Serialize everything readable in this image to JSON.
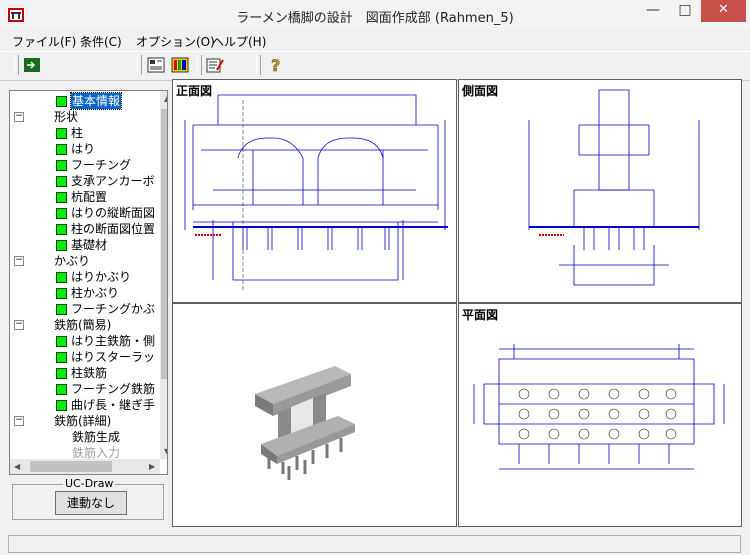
{
  "window": {
    "title": "ラーメン橋脚の設計　図面作成部 (Rahmen_5)"
  },
  "menu": [
    "ファイル(F)",
    "条件(C)",
    "オプション(O)",
    "ヘルプ(H)"
  ],
  "tree": [
    {
      "label": "基本情報",
      "level": 1,
      "icon": "green",
      "selected": true
    },
    {
      "label": "形状",
      "level": 0,
      "icon": "minus"
    },
    {
      "label": "柱",
      "level": 1,
      "icon": "green"
    },
    {
      "label": "はり",
      "level": 1,
      "icon": "green"
    },
    {
      "label": "フーチング",
      "level": 1,
      "icon": "green"
    },
    {
      "label": "支承アンカーボ",
      "level": 1,
      "icon": "green"
    },
    {
      "label": "杭配置",
      "level": 1,
      "icon": "green"
    },
    {
      "label": "はりの縦断面図",
      "level": 1,
      "icon": "green"
    },
    {
      "label": "柱の断面図位置",
      "level": 1,
      "icon": "green"
    },
    {
      "label": "基礎材",
      "level": 1,
      "icon": "green"
    },
    {
      "label": "かぶり",
      "level": 0,
      "icon": "minus"
    },
    {
      "label": "はりかぶり",
      "level": 1,
      "icon": "green"
    },
    {
      "label": "柱かぶり",
      "level": 1,
      "icon": "green"
    },
    {
      "label": "フーチングかぶ",
      "level": 1,
      "icon": "green"
    },
    {
      "label": "鉄筋(簡易)",
      "level": 0,
      "icon": "minus"
    },
    {
      "label": "はり主鉄筋・側",
      "level": 1,
      "icon": "green"
    },
    {
      "label": "はりスターラッ",
      "level": 1,
      "icon": "green"
    },
    {
      "label": "柱鉄筋",
      "level": 1,
      "icon": "green"
    },
    {
      "label": "フーチング鉄筋",
      "level": 1,
      "icon": "green"
    },
    {
      "label": "曲げ長・継ぎ手",
      "level": 1,
      "icon": "green"
    },
    {
      "label": "鉄筋(詳細)",
      "level": 0,
      "icon": "minus"
    },
    {
      "label": "鉄筋生成",
      "level": 1,
      "icon": "none"
    },
    {
      "label": "鉄筋入力",
      "level": 1,
      "icon": "none",
      "disabled": true
    }
  ],
  "ucdraw": {
    "label": "UC-Draw",
    "button": "連動なし"
  },
  "panes": {
    "front": "正面図",
    "side": "側面図",
    "plan": "平面図"
  },
  "colors": {
    "drawing_blue": "#0000cc",
    "accent_red": "#cc0000",
    "selection": "#0a64c8",
    "model_gray": "#9a9a9a"
  }
}
